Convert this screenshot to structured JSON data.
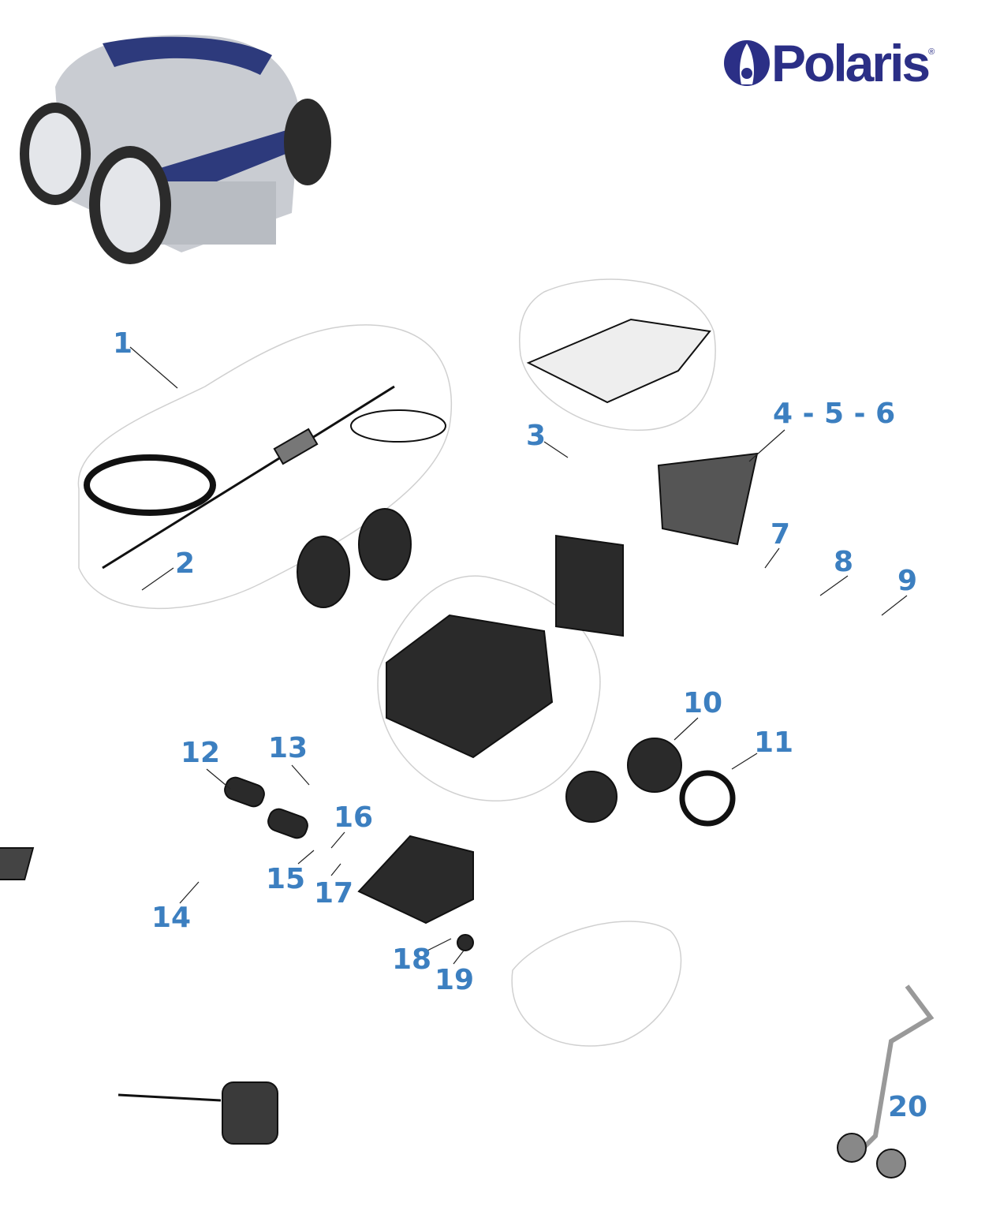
{
  "brand": {
    "name": "Polaris",
    "registered_mark": "®",
    "color": "#2b2f86"
  },
  "label_color": "#3c7fc0",
  "labels": [
    "1",
    "2",
    "3",
    "4 - 5 - 6",
    "7",
    "8",
    "9",
    "10",
    "11",
    "12",
    "13",
    "16",
    "15",
    "17",
    "14",
    "18",
    "19",
    "20"
  ]
}
